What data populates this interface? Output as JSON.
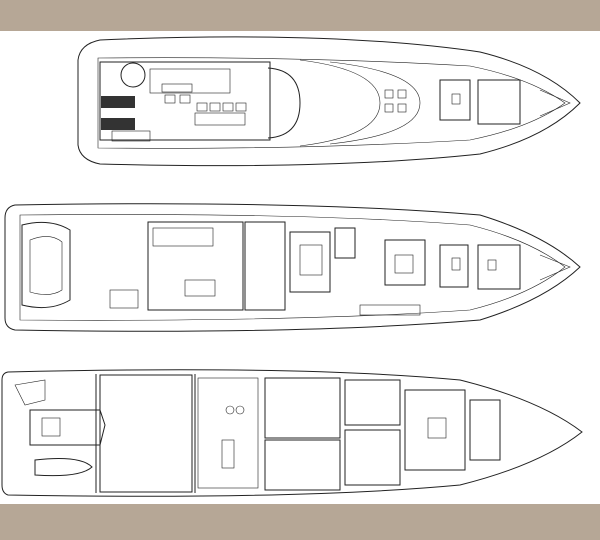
{
  "colors": {
    "frame": "#b6a796",
    "background": "#ffffff",
    "linework": "#222222"
  },
  "decks": [
    {
      "id": "sun-deck"
    },
    {
      "id": "main-deck"
    },
    {
      "id": "lower-deck"
    }
  ]
}
